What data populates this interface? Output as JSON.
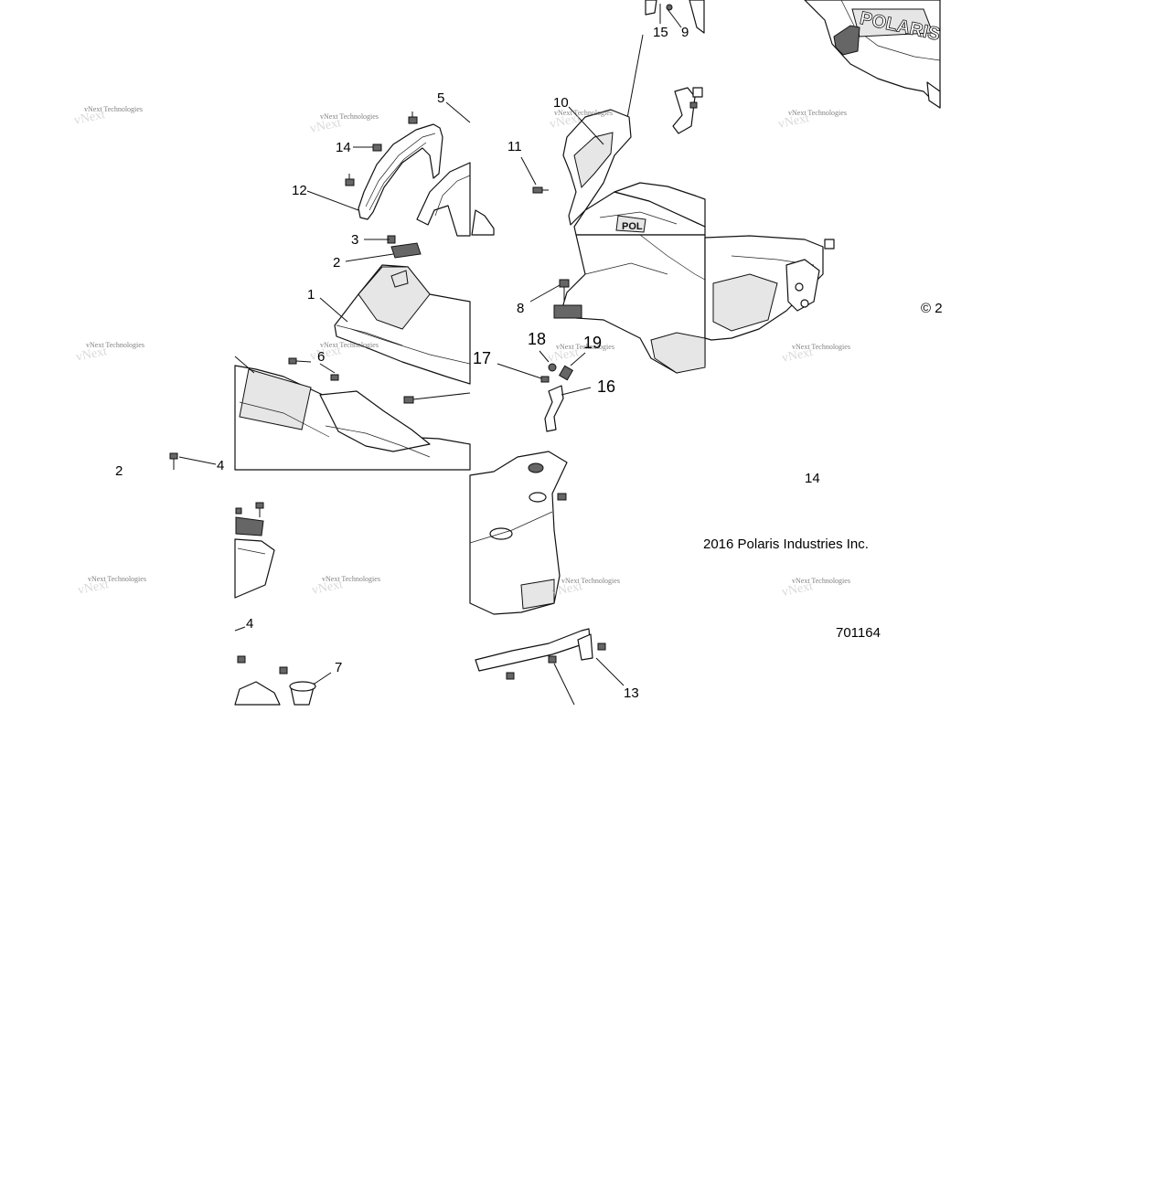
{
  "diagram": {
    "part_labels": {
      "p1": "1",
      "p2": "2",
      "p3": "3",
      "p4": "4",
      "p4b": "4",
      "p5": "5",
      "p6": "6",
      "p7": "7",
      "p8": "8",
      "p9": "9",
      "p10": "10",
      "p11": "11",
      "p12": "12",
      "p13": "13",
      "p14": "14",
      "p14b": "14",
      "p15": "15",
      "p16": "16",
      "p17": "17",
      "p18": "18",
      "p19": "19",
      "p2b": "2"
    },
    "copyright": "2016 Polaris Industries Inc.",
    "copyright_fragment": "© 2",
    "diagram_number": "701164",
    "logo_text": "POLARIS",
    "logo_small": "POL",
    "watermark": "vNext Technologies"
  }
}
